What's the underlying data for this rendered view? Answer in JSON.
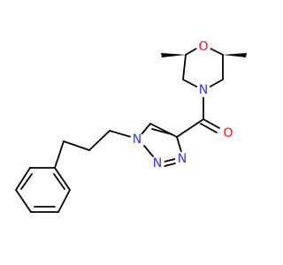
{
  "molecule": {
    "colors": {
      "bond": "#000000",
      "nitrogen": "#3333ff",
      "oxygen": "#ff0d0d",
      "background": "#ffffff"
    },
    "atoms": {
      "morpholine_oxygen": "O",
      "morpholine_nitrogen": "N",
      "carbonyl_oxygen": "O",
      "triazole_n1": "N",
      "triazole_n2": "N",
      "triazole_n3": "N"
    }
  }
}
